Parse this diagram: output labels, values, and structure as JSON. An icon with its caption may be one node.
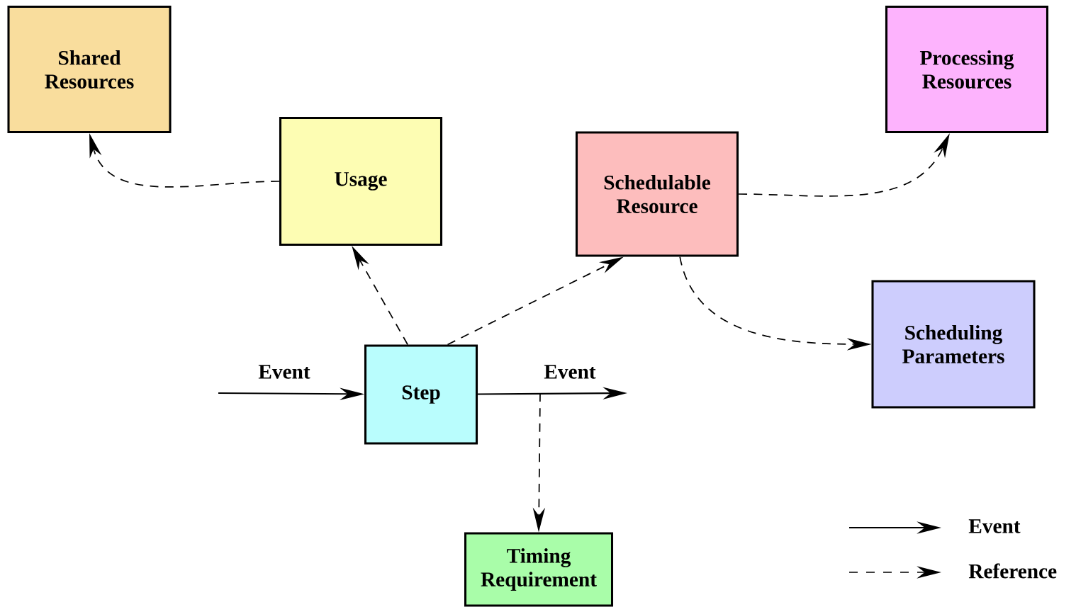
{
  "diagram": {
    "nodes": [
      {
        "text": [
          "Shared Resources"
        ]
      },
      {
        "text": [
          "Usage"
        ]
      },
      {
        "text": [
          "Schedulable Resource"
        ]
      },
      {
        "text": [
          "Processing Resources"
        ]
      },
      {
        "text": [
          "Scheduling Parameters"
        ]
      },
      {
        "text": [
          "Step"
        ]
      },
      {
        "text": [
          "Timing Requirement"
        ]
      }
    ],
    "edges": [
      {
        "from": null,
        "to": 5,
        "arrow": "to",
        "label": "Event"
      },
      {
        "from": 5,
        "to": null,
        "arrow": "to",
        "label": "Event"
      },
      {
        "from": 1,
        "to": 0,
        "arrow": "to",
        "style": "dashed"
      },
      {
        "from": 5,
        "to": 1,
        "arrow": "to",
        "style": "dashed"
      },
      {
        "from": 5,
        "to": 2,
        "arrow": "to",
        "style": "dashed"
      },
      {
        "from": 2,
        "to": 3,
        "arrow": "to",
        "style": "dashed"
      },
      {
        "from": 2,
        "to": 4,
        "arrow": "to",
        "style": "dashed"
      },
      {
        "from": null,
        "to": 6,
        "arrow": "to",
        "style": "dashed"
      }
    ],
    "legend": [
      {
        "text": "Event"
      },
      {
        "text": "Reference"
      }
    ]
  }
}
